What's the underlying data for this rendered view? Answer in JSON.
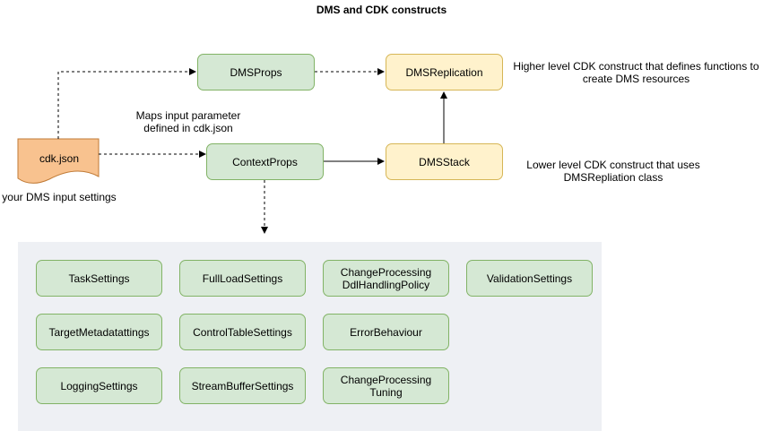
{
  "title": "DMS and CDK constructs",
  "nodes": {
    "dms_props": "DMSProps",
    "dms_replication": "DMSReplication",
    "context_props": "ContextProps",
    "dms_stack": "DMSStack",
    "cdk_json": "cdk.json"
  },
  "notes": {
    "higher_level": "Higher level CDK construct that defines functions to\ncreate DMS resources",
    "lower_level": "Lower level CDK construct that uses\nDMSRepliation class",
    "maps_input": "Maps input parameter\ndefined in cdk.json",
    "input_settings": "your DMS input settings"
  },
  "settings": [
    "TaskSettings",
    "FullLoadSettings",
    "ChangeProcessing\nDdlHandlingPolicy",
    "ValidationSettings",
    "TargetMetadatattings",
    "ControlTableSettings",
    "ErrorBehaviour",
    "LoggingSettings",
    "StreamBufferSettings",
    "ChangeProcessing\nTuning"
  ],
  "colors": {
    "green_fill": "#d5e8d4",
    "green_stroke": "#82b366",
    "yellow_fill": "#fff2cc",
    "yellow_stroke": "#d6b656",
    "document_fill": "#f8c28f",
    "panel_fill": "#eef0f4"
  }
}
